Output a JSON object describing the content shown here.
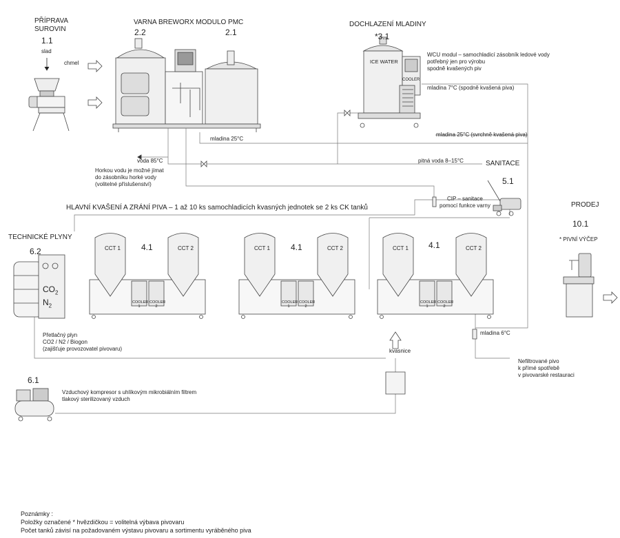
{
  "sections": {
    "priprava": {
      "title_line1": "PŘÍPRAVA",
      "title_line2": "SUROVIN",
      "number": "1.1",
      "slad": "slad",
      "chmel": "chmel"
    },
    "varna": {
      "title": "VARNA BREWORX MODULO PMC",
      "num_left": "2.2",
      "num_right": "2.1"
    },
    "dochlazeni": {
      "title": "DOCHLAZENÍ MLADINY",
      "number": "*3.1",
      "ice_water": "ICE WATER",
      "cooler": "COOLER"
    },
    "sanitace": {
      "title": "SANITACE",
      "number": "5.1"
    },
    "kvaseni": {
      "title": "HLAVNÍ KVAŠENÍ A ZRÁNÍ PIVA – 1 až 10 ks samochladicích kvasných jednotek se 2 ks CK tanků"
    },
    "plyny": {
      "title": "TECHNICKÉ PLYNY",
      "number": "6.2",
      "co2": "CO",
      "co2_sub": "2",
      "n2": "N",
      "n2_sub": "2"
    },
    "prodej": {
      "title": "PRODEJ",
      "number": "10.1",
      "vycep": "* PIVNÍ VÝČEP"
    },
    "kompresor": {
      "number": "6.1"
    }
  },
  "units": [
    {
      "cct1": "CCT 1",
      "cct2": "CCT 2",
      "number": "4.1",
      "cooler1": "COOLER",
      "cooler1_n": "1",
      "cooler2": "COOLER",
      "cooler2_n": "2"
    },
    {
      "cct1": "CCT 1",
      "cct2": "CCT 2",
      "number": "4.1",
      "cooler1": "COOLER",
      "cooler1_n": "1",
      "cooler2": "COOLER",
      "cooler2_n": "2"
    },
    {
      "cct1": "CCT 1",
      "cct2": "CCT 2",
      "number": "4.1",
      "cooler1": "COOLER",
      "cooler1_n": "1",
      "cooler2": "COOLER",
      "cooler2_n": "2"
    }
  ],
  "labels": {
    "wcu_line1": "WCU modul – samochladicí zásobník ledové vody",
    "wcu_line2": "potřebný jen pro výrobu",
    "wcu_line3": "spodně kvašených piv",
    "mladina7": "mladina 7°C (spodně kvašená piva)",
    "mladina25_right": "mladina 25°C (svrchně kvašená piva)",
    "mladina25": "mladina 25°C",
    "voda85": "voda 85°C",
    "pitna_voda": "pitná voda 8–15°C",
    "horka_line1": "Horkou vodu je možné jímat",
    "horka_line2": "do zásobníku horké vody",
    "horka_line3": "(volitelné příslušenství)",
    "cip_line1": "CIP – sanitace",
    "cip_line2": "pomocí funkce varny",
    "plyn_line1": "Přetlačný plyn",
    "plyn_line2": "CO2 / N2 / Biogon",
    "plyn_line3": "(zajišťuje provozovatel pivovaru)",
    "kvasnice": "kvasnice",
    "mladina6": "mladina 6°C",
    "nefilt_line1": "Nefiltrované pivo",
    "nefilt_line2": "k přímé spotřebě",
    "nefilt_line3": "v pivovarské restauraci",
    "komp_line1": "Vzduchový kompresor s uhlíkovým mikrobiálním filtrem",
    "komp_line2": "tlakový sterilizovaný vzduch"
  },
  "notes": {
    "title": "Poznámky :",
    "line1": "Položky označené * hvězdičkou = volitelná výbava pivovaru",
    "line2": "Počet tanků závisí na požadovaném výstavu pivovaru a sortimentu vyráběného piva"
  }
}
